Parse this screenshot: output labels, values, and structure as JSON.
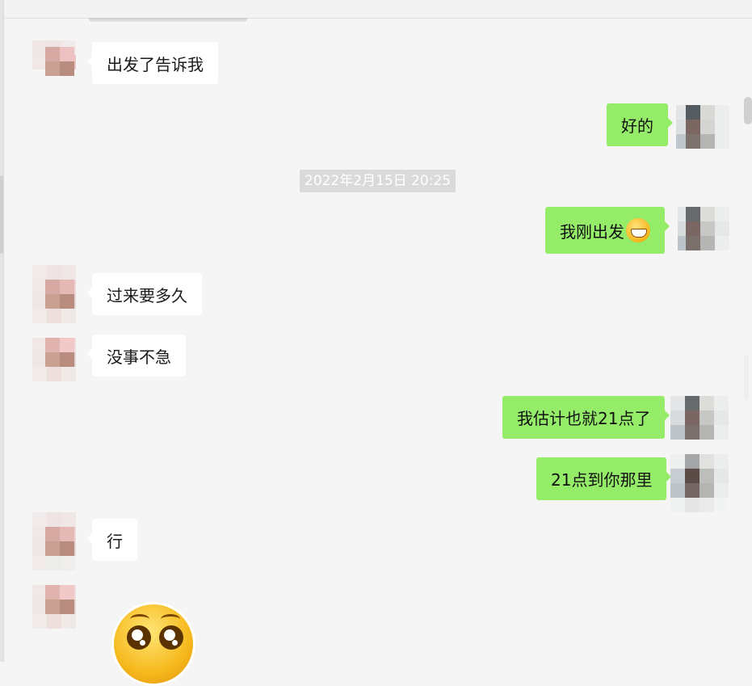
{
  "chat": {
    "timestamp": "2022年2月15日 20:25",
    "messages": [
      {
        "id": "m1",
        "side": "in",
        "text": "出发了告诉我"
      },
      {
        "id": "m2",
        "side": "out",
        "text": "好的"
      },
      {
        "id": "m3",
        "side": "out",
        "text": "我刚出发",
        "emoji": "grinning-face-emoji"
      },
      {
        "id": "m4",
        "side": "in",
        "text": "过来要多久"
      },
      {
        "id": "m5",
        "side": "in",
        "text": "没事不急"
      },
      {
        "id": "m6",
        "side": "out",
        "text": "我估计也就21点了"
      },
      {
        "id": "m7",
        "side": "out",
        "text": "21点到你那里"
      },
      {
        "id": "m8",
        "side": "in",
        "text": "行"
      },
      {
        "id": "m9",
        "side": "in",
        "sticker": "pleading-face-sticker"
      }
    ]
  },
  "colors": {
    "background": "#f5f5f5",
    "incoming_bubble": "#ffffff",
    "outgoing_bubble": "#95ec69",
    "timestamp_bg": "#dadada",
    "timestamp_text": "#ffffff"
  }
}
